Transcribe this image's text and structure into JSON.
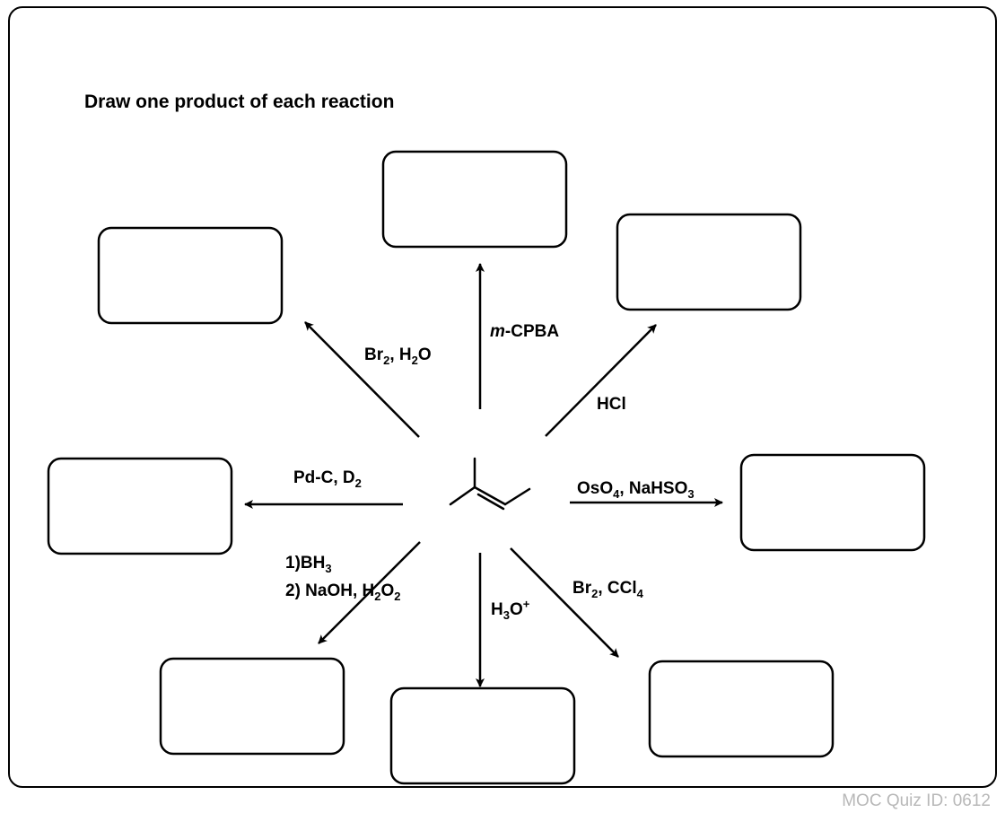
{
  "heading": "Draw one product of each reaction",
  "footer": "MOC Quiz ID: 0612",
  "reagents": {
    "br2_h2o": {
      "a": "Br",
      "b": "2",
      "c": ", H",
      "d": "2",
      "e": "O"
    },
    "mcpba": {
      "a": "m",
      "b": "-CPBA"
    },
    "hcl": "HCl",
    "pdc_d2": {
      "a": "Pd-C, D",
      "b": "2"
    },
    "oso4": {
      "a": "OsO",
      "b": "4",
      "c": ", NaHSO",
      "d": "3"
    },
    "bh3": {
      "line1": {
        "a": "1)BH",
        "b": "3"
      },
      "line2": {
        "a": "2) NaOH, H",
        "b": "2",
        "c": "O",
        "d": "2"
      }
    },
    "h3o": {
      "a": "H",
      "b": "3",
      "c": "O",
      "d": "+"
    },
    "br2_ccl4": {
      "a": "Br",
      "b": "2",
      "c": ", CCl",
      "d": "4"
    }
  },
  "colors": {
    "ink": "#000000",
    "footer_text": "#b8b8b8"
  }
}
